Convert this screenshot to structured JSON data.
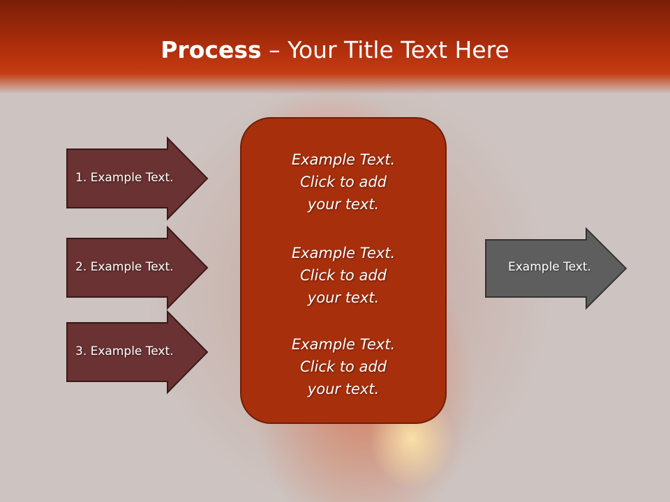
{
  "header": {
    "title_bold": "Process",
    "title_rest": " – Your Title Text Here"
  },
  "inputs": [
    {
      "label": "1. Example Text."
    },
    {
      "label": "2. Example Text."
    },
    {
      "label": "3. Example Text."
    }
  ],
  "center": {
    "blocks": [
      {
        "lines": [
          "Example Text.",
          "Click  to add",
          "your text."
        ]
      },
      {
        "lines": [
          "Example Text.",
          "Click  to add",
          "your text."
        ]
      },
      {
        "lines": [
          "Example Text.",
          "Click  to add",
          "your text."
        ]
      }
    ]
  },
  "output": {
    "label": "Example Text."
  },
  "colors": {
    "input_arrow": "#6a3232",
    "center_box": "#a82f0c",
    "output_arrow": "#5e5e5e"
  }
}
